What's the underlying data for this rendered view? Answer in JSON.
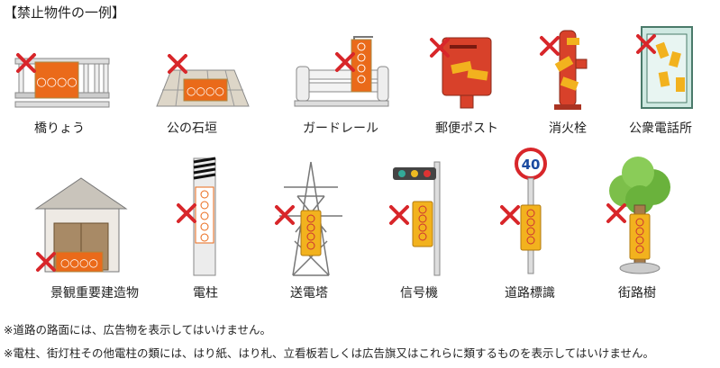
{
  "title": "【禁止物件の一例】",
  "sign_text": "○○○○",
  "speed_sign": "40",
  "colors": {
    "sign": "#ea6a1a",
    "cross": "#d8262a",
    "yellow_sign": "#f2b21e"
  },
  "items": [
    {
      "label": "橋りょう"
    },
    {
      "label": "公の石垣"
    },
    {
      "label": "ガードレール"
    },
    {
      "label": "郵便ポスト"
    },
    {
      "label": "消火栓"
    },
    {
      "label": "公衆電話所"
    },
    {
      "label": "景観重要建造物"
    },
    {
      "label": "電柱"
    },
    {
      "label": "送電塔"
    },
    {
      "label": "信号機"
    },
    {
      "label": "道路標識"
    },
    {
      "label": "街路樹"
    }
  ],
  "notes": [
    "※道路の路面には、広告物を表示してはいけません。",
    "※電柱、街灯柱その他電柱の類には、はり紙、はり札、立看板若しくは広告旗又はこれらに類するものを表示してはいけません。"
  ]
}
